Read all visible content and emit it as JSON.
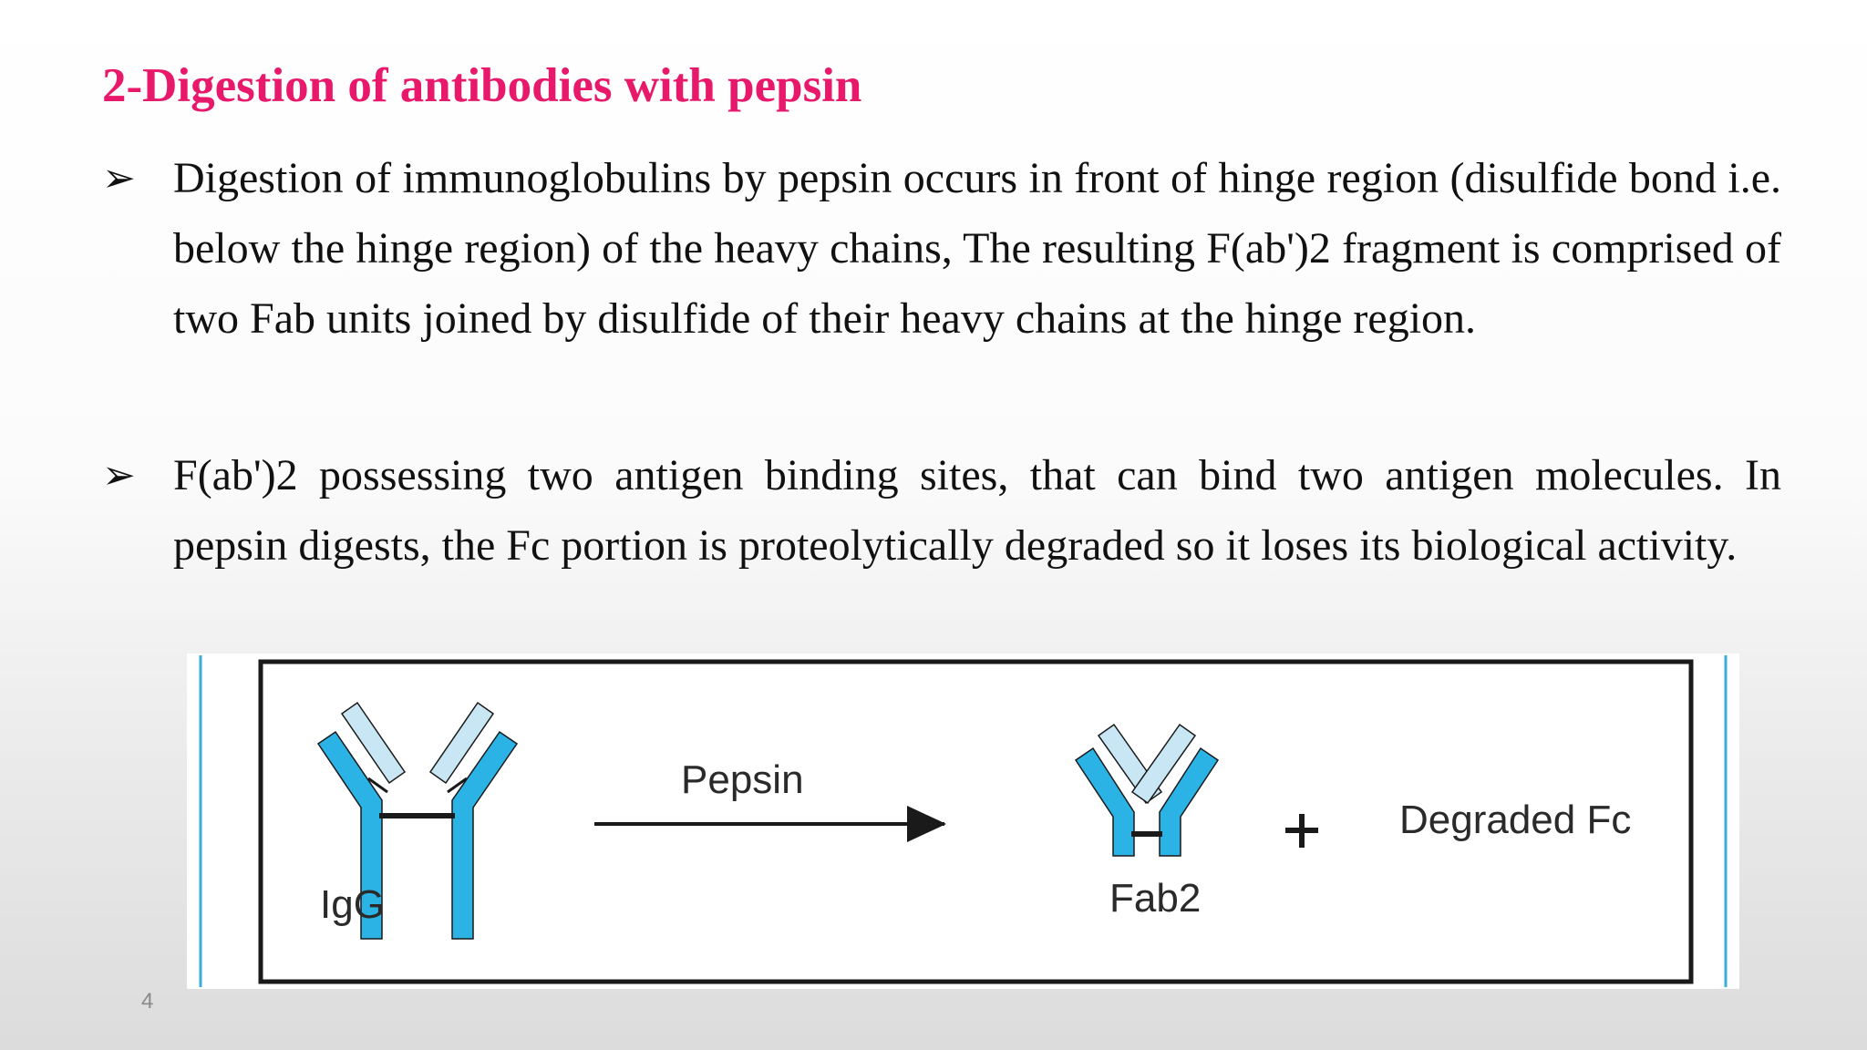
{
  "slide": {
    "title": "2-Digestion of antibodies with pepsin",
    "bullet_marker": "➢",
    "bullets": [
      "Digestion of immunoglobulins by pepsin occurs in front of hinge region (disulfide bond i.e. below the hinge region) of the heavy chains, The resulting F(ab')2 fragment is comprised of two Fab units joined by disulfide of their heavy chains at the hinge region.",
      "F(ab')2 possessing two antigen binding sites, that can bind two antigen molecules. In pepsin digests, the Fc portion is proteolytically degraded so it loses its biological activity."
    ],
    "page_number": "4"
  },
  "figure": {
    "labels": {
      "igg": "IgG",
      "pepsin": "Pepsin",
      "fab2": "Fab2",
      "plus": "+",
      "degraded_fc": "Degraded Fc"
    },
    "colors": {
      "heavy_chain": "#2bb3e6",
      "light_chain": "#c9e6f5",
      "outline": "#1a1a1a",
      "side_lines": "#3aaed8"
    }
  }
}
